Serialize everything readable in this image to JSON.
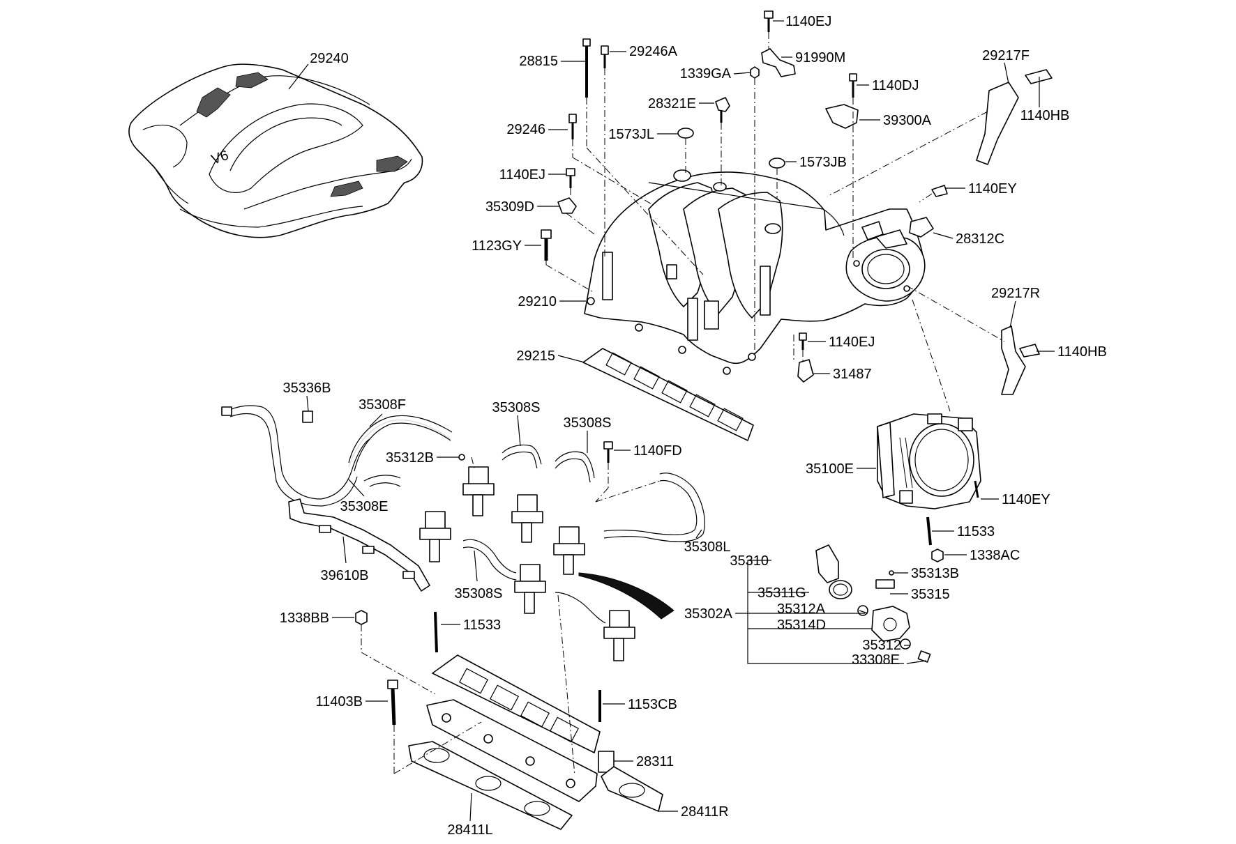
{
  "diagram": {
    "labels": {
      "l29240": "29240",
      "l28815": "28815",
      "l29246A": "29246A",
      "l1140EJ_top": "1140EJ",
      "l91990M": "91990M",
      "l1339GA": "1339GA",
      "l1140DJ": "1140DJ",
      "l28321E": "28321E",
      "l29217F": "29217F",
      "l1140HB_top": "1140HB",
      "l39300A": "39300A",
      "l29246": "29246",
      "l1573JL": "1573JL",
      "l1573JB": "1573JB",
      "l1140EJ_mid": "1140EJ",
      "l35309D": "35309D",
      "l1140EY_top": "1140EY",
      "l1123GY": "1123GY",
      "l28312C": "28312C",
      "l29210": "29210",
      "l29217R": "29217R",
      "l1140EJ_low": "1140EJ",
      "l1140HB_low": "1140HB",
      "l29215": "29215",
      "l31487": "31487",
      "l35336B": "35336B",
      "l35308F": "35308F",
      "l35308S_a": "35308S",
      "l35308S_b": "35308S",
      "l35312B": "35312B",
      "l1140FD": "1140FD",
      "l35100E": "35100E",
      "l35308E": "35308E",
      "l1140EY_low": "1140EY",
      "l11533_right": "11533",
      "l35308L": "35308L",
      "l1338AC": "1338AC",
      "l39610B": "39610B",
      "l35310": "35310",
      "l35313B": "35313B",
      "l35308S_c": "35308S",
      "l35311G": "35311G",
      "l35315": "35315",
      "l35312A": "35312A",
      "l35302A": "35302A",
      "l35314D": "35314D",
      "l1338BB": "1338BB",
      "l11533_left": "11533",
      "l35312": "35312",
      "l33308E": "33308E",
      "l11403B": "11403B",
      "l1153CB": "1153CB",
      "l28311": "28311",
      "l28411L": "28411L",
      "l28411R": "28411R"
    },
    "cover_badge": "V6"
  }
}
